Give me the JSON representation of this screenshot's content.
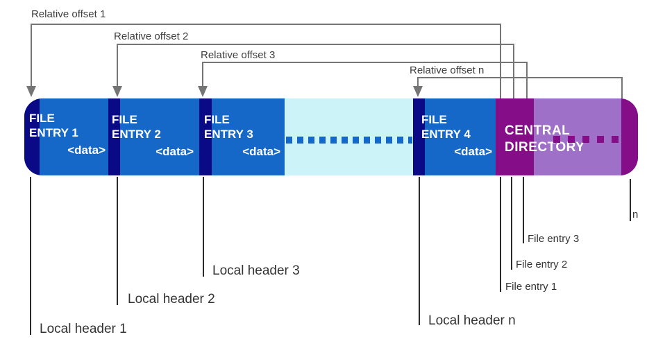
{
  "relative_offsets": [
    {
      "label": "Relative offset 1"
    },
    {
      "label": "Relative offset 2"
    },
    {
      "label": "Relative offset 3"
    },
    {
      "label": "Relative offset n"
    }
  ],
  "entries": [
    {
      "line1": "FILE",
      "line2": "ENTRY 1",
      "data": "<data>"
    },
    {
      "line1": "FILE",
      "line2": "ENTRY 2",
      "data": "<data>"
    },
    {
      "line1": "FILE",
      "line2": "ENTRY 3",
      "data": "<data>"
    },
    {
      "line1": "FILE",
      "line2": "ENTRY 4",
      "data": "<data>"
    }
  ],
  "central_directory": {
    "line1": "CENTRAL",
    "line2": "DIRECTORY"
  },
  "local_headers": [
    {
      "label": "Local header 1"
    },
    {
      "label": "Local header 2"
    },
    {
      "label": "Local header 3"
    },
    {
      "label": "Local header n"
    }
  ],
  "file_entries": [
    {
      "label": "File entry 1"
    },
    {
      "label": "File entry 2"
    },
    {
      "label": "File entry 3"
    }
  ],
  "n_label": "n",
  "colors": {
    "navy": "#0a0a87",
    "blue": "#1568c8",
    "cyan": "#ccf4f8",
    "pdark": "#860d88",
    "plight": "#9e70c8",
    "arrow": "#757575",
    "leader": "#2b2b2b"
  }
}
